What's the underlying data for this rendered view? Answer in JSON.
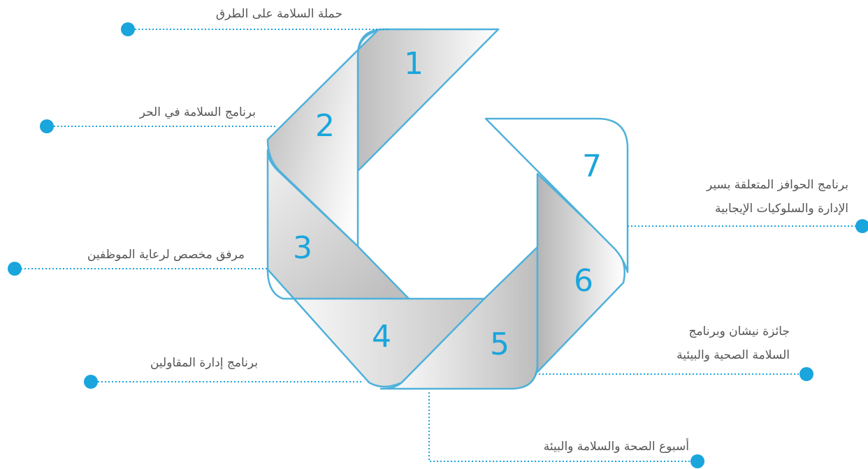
{
  "colors": {
    "accent": "#1aa5dc",
    "outline": "#4fb1da",
    "text": "#555555"
  },
  "segments": [
    {
      "number": "1",
      "label_lines": [
        "حملة السلامة على الطرق"
      ]
    },
    {
      "number": "2",
      "label_lines": [
        "برنامج السلامة في الحر"
      ]
    },
    {
      "number": "3",
      "label_lines": [
        "مرفق مخصص لرعاية الموظفين"
      ]
    },
    {
      "number": "4",
      "label_lines": [
        "برنامج إدارة المقاولين"
      ]
    },
    {
      "number": "5",
      "label_lines": [
        "أسبوع الصحة والسلامة والبيئة"
      ]
    },
    {
      "number": "6",
      "label_lines": [
        "جائزة نيشان وبرنامج",
        "السلامة الصحية والبيئية"
      ]
    },
    {
      "number": "7",
      "label_lines": [
        "برنامج الحوافز المتعلقة بسير",
        "الإدارة والسلوكيات الإيجابية"
      ]
    }
  ]
}
